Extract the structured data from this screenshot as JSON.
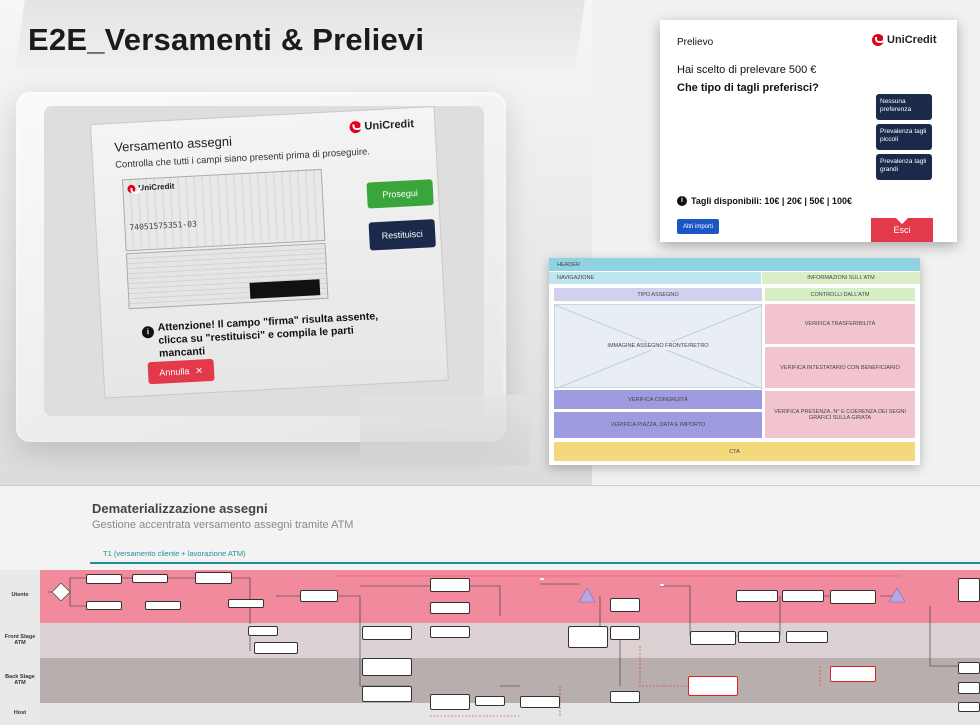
{
  "main_title": "E2E_Versamenti & Prelievi",
  "atm_screen": {
    "title": "Versamento assegni",
    "subtitle": "Controlla che tutti i campi siano presenti prima di proseguire.",
    "logo": "UniCredit",
    "cheque_number": "74051575351-03",
    "btn_prosegui": "Prosegui",
    "btn_restituisci": "Restituisci",
    "warning": "Attenzione! Il campo \"firma\" risulta assente, clicca su \"restituisci\" e compila le parti mancanti",
    "btn_annulla": "Annulla"
  },
  "prelievo": {
    "title": "Prelievo",
    "logo": "UniCredit",
    "line1": "Hai scelto di prelevare 500 €",
    "line2": "Che tipo di tagli preferisci?",
    "options": [
      "Nessuna preferenza",
      "Prevalenza tagli piccoli",
      "Prevalenza tagli grandi"
    ],
    "info": "Tagli disponibili: 10€ | 20€ | 50€ | 100€",
    "btn_altri": "Altri importi",
    "btn_esci": "Esci"
  },
  "wireframe": {
    "header": "HEADER",
    "nav": "NAVIGAZIONE",
    "info_atm": "INFORMAZIONI SULL'ATM",
    "tipo_assegno": "TIPO ASSEGNO",
    "controlli": "CONTROLLI DALL'ATM",
    "immagine": "IMMAGINE ASSEGNO FRONTE/RETRO",
    "verifica_trasferibilita": "VERIFICA TRASFERIBILITÀ",
    "verifica_intestatario": "VERIFICA INTESTATARIO CON BENEFICIARIO",
    "verifica_congruita": "VERIFICA CONGRUITÀ",
    "verifica_piazza": "VERIFICA PIAZZA, DATA E IMPORTO",
    "verifica_presenza": "VERIFICA PRESENZA, N° E COERENZA DEI SEGNI GRAFICI SULLA GIRATA",
    "cta": "CTA"
  },
  "blueprint": {
    "title": "Dematerializzazione assegni",
    "subtitle": "Gestione accentrata versamento assegni tramite ATM",
    "tab": "T1 (versamento cliente + lavorazione ATM)",
    "lanes": [
      "Utente",
      "Front Stage ATM",
      "Back Stage ATM",
      "Host"
    ],
    "colors": {
      "utente": "#f08a9c",
      "front": "#dcd2d3",
      "back": "#b9aeae",
      "host": "#e6e6e6",
      "accent": "#1f8d9a"
    }
  }
}
